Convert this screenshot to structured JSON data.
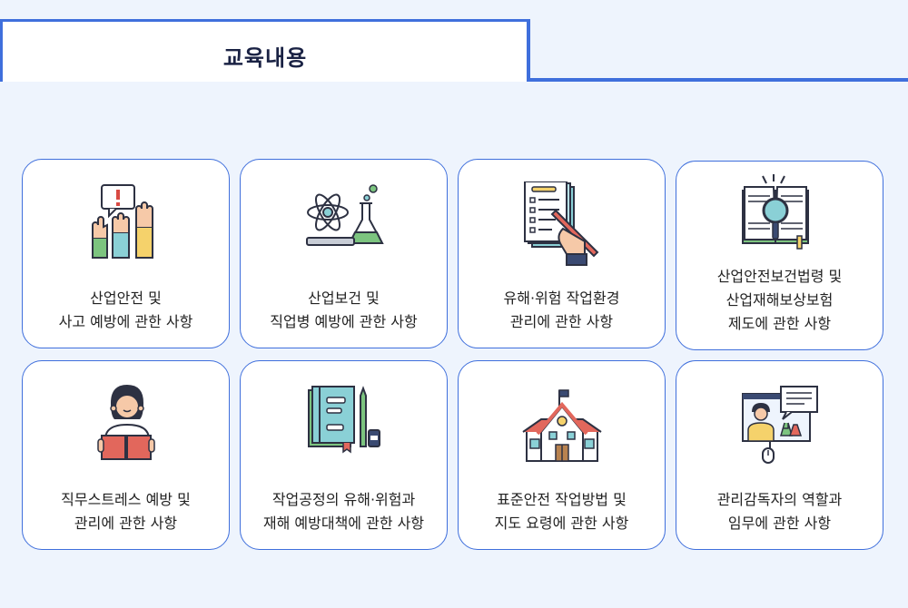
{
  "header": {
    "title": "교육내용"
  },
  "cards": [
    {
      "lines": [
        "산업안전 및",
        "사고 예방에 관한 사항"
      ],
      "icon": "raised-hands-icon"
    },
    {
      "lines": [
        "산업보건 및",
        "직업병 예방에 관한 사항"
      ],
      "icon": "science-flask-icon"
    },
    {
      "lines": [
        "유해·위험 작업환경",
        "관리에 관한 사항"
      ],
      "icon": "checklist-icon"
    },
    {
      "lines": [
        "산업안전보건법령 및",
        "산업재해보상보험",
        "제도에 관한 사항"
      ],
      "icon": "book-magnifier-icon"
    },
    {
      "lines": [
        "직무스트레스 예방 및",
        "관리에 관한 사항"
      ],
      "icon": "reading-person-icon"
    },
    {
      "lines": [
        "작업공정의 유해·위험과",
        "재해 예방대책에 관한 사항"
      ],
      "icon": "notebook-pen-icon"
    },
    {
      "lines": [
        "표준안전 작업방법 및",
        "지도 요령에 관한 사항"
      ],
      "icon": "school-building-icon"
    },
    {
      "lines": [
        "관리감독자의 역할과",
        "임무에 관한 사항"
      ],
      "icon": "online-lecture-icon"
    }
  ]
}
